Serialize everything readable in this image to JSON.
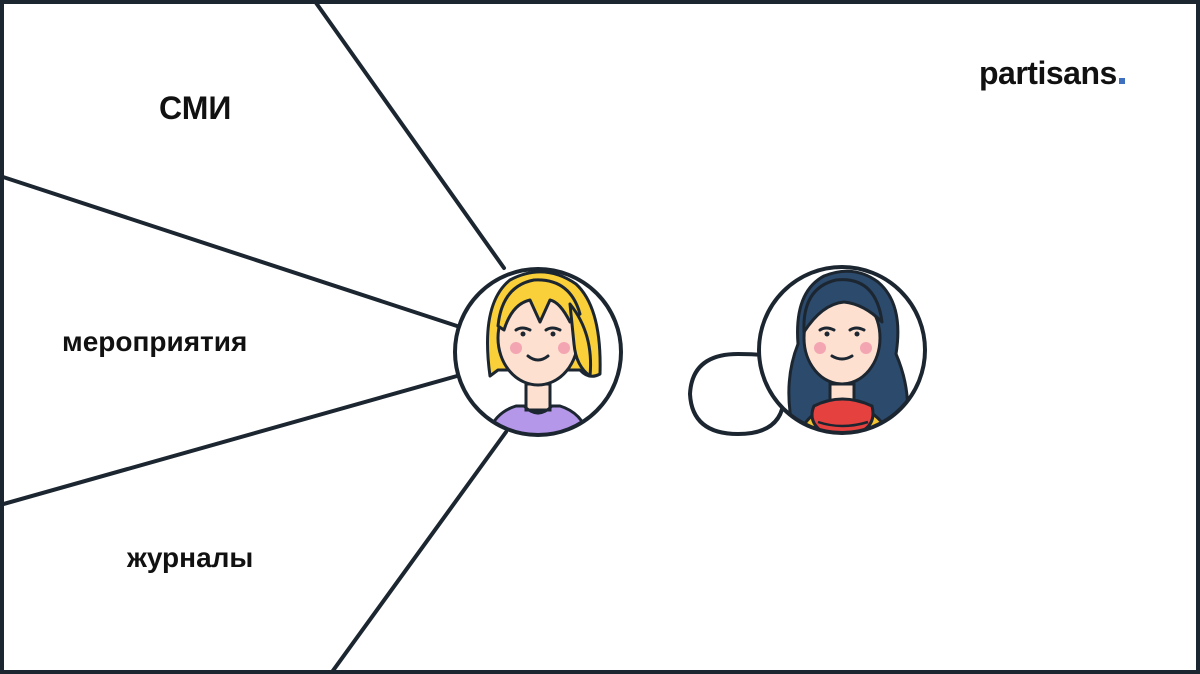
{
  "labels": {
    "media": "СМИ",
    "events": "мероприятия",
    "journals": "журналы"
  },
  "logo": {
    "text": "partisans"
  },
  "icons": {
    "source_person": "blonde-woman-avatar-icon",
    "listener_person": "dark-haired-woman-avatar-icon",
    "speech": "speech-bubble-icon"
  },
  "colors": {
    "line": "#1c2631",
    "blonde_hair": "#f9cf3a",
    "skin": "#fde0cf",
    "purple_shirt": "#b497e8",
    "dark_hair": "#2c4a6c",
    "red_scarf": "#e4413f",
    "yellow_top": "#f4c430",
    "cheek": "#f4a5b2",
    "logo_dot": "#3f6fbf"
  }
}
